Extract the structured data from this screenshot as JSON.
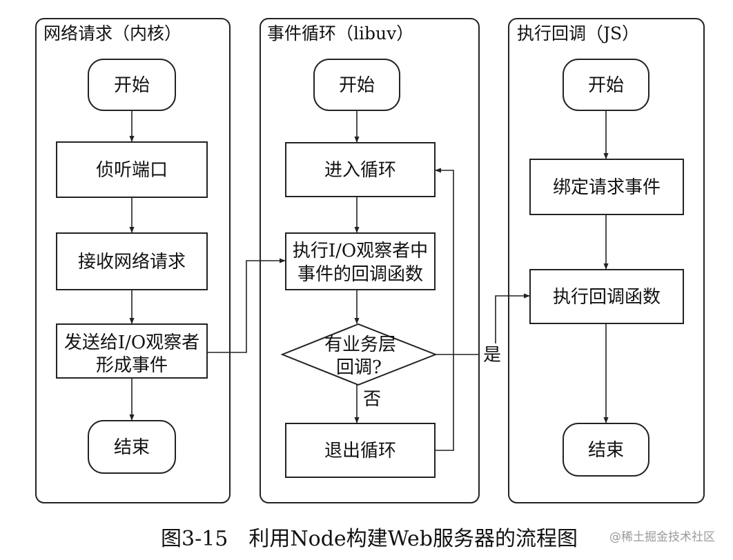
{
  "lanes": {
    "network": {
      "title": "网络请求（内核）",
      "start": "开始",
      "listen": "侦听端口",
      "receive": "接收网络请求",
      "send_line1": "发送给I/O观察者",
      "send_line2": "形成事件",
      "end": "结束"
    },
    "loop": {
      "title": "事件循环（libuv）",
      "start": "开始",
      "enter": "进入循环",
      "exec_line1": "执行I/O观察者中",
      "exec_line2": "事件的回调函数",
      "decision_line1": "有业务层",
      "decision_line2": "回调?",
      "no_label": "否",
      "exit": "退出循环"
    },
    "callback": {
      "title": "执行回调（JS）",
      "start": "开始",
      "bind": "绑定请求事件",
      "exec": "执行回调函数",
      "end": "结束",
      "yes_label": "是"
    }
  },
  "caption": "图3-15　利用Node构建Web服务器的流程图",
  "watermark": "@稀土掘金技术社区"
}
